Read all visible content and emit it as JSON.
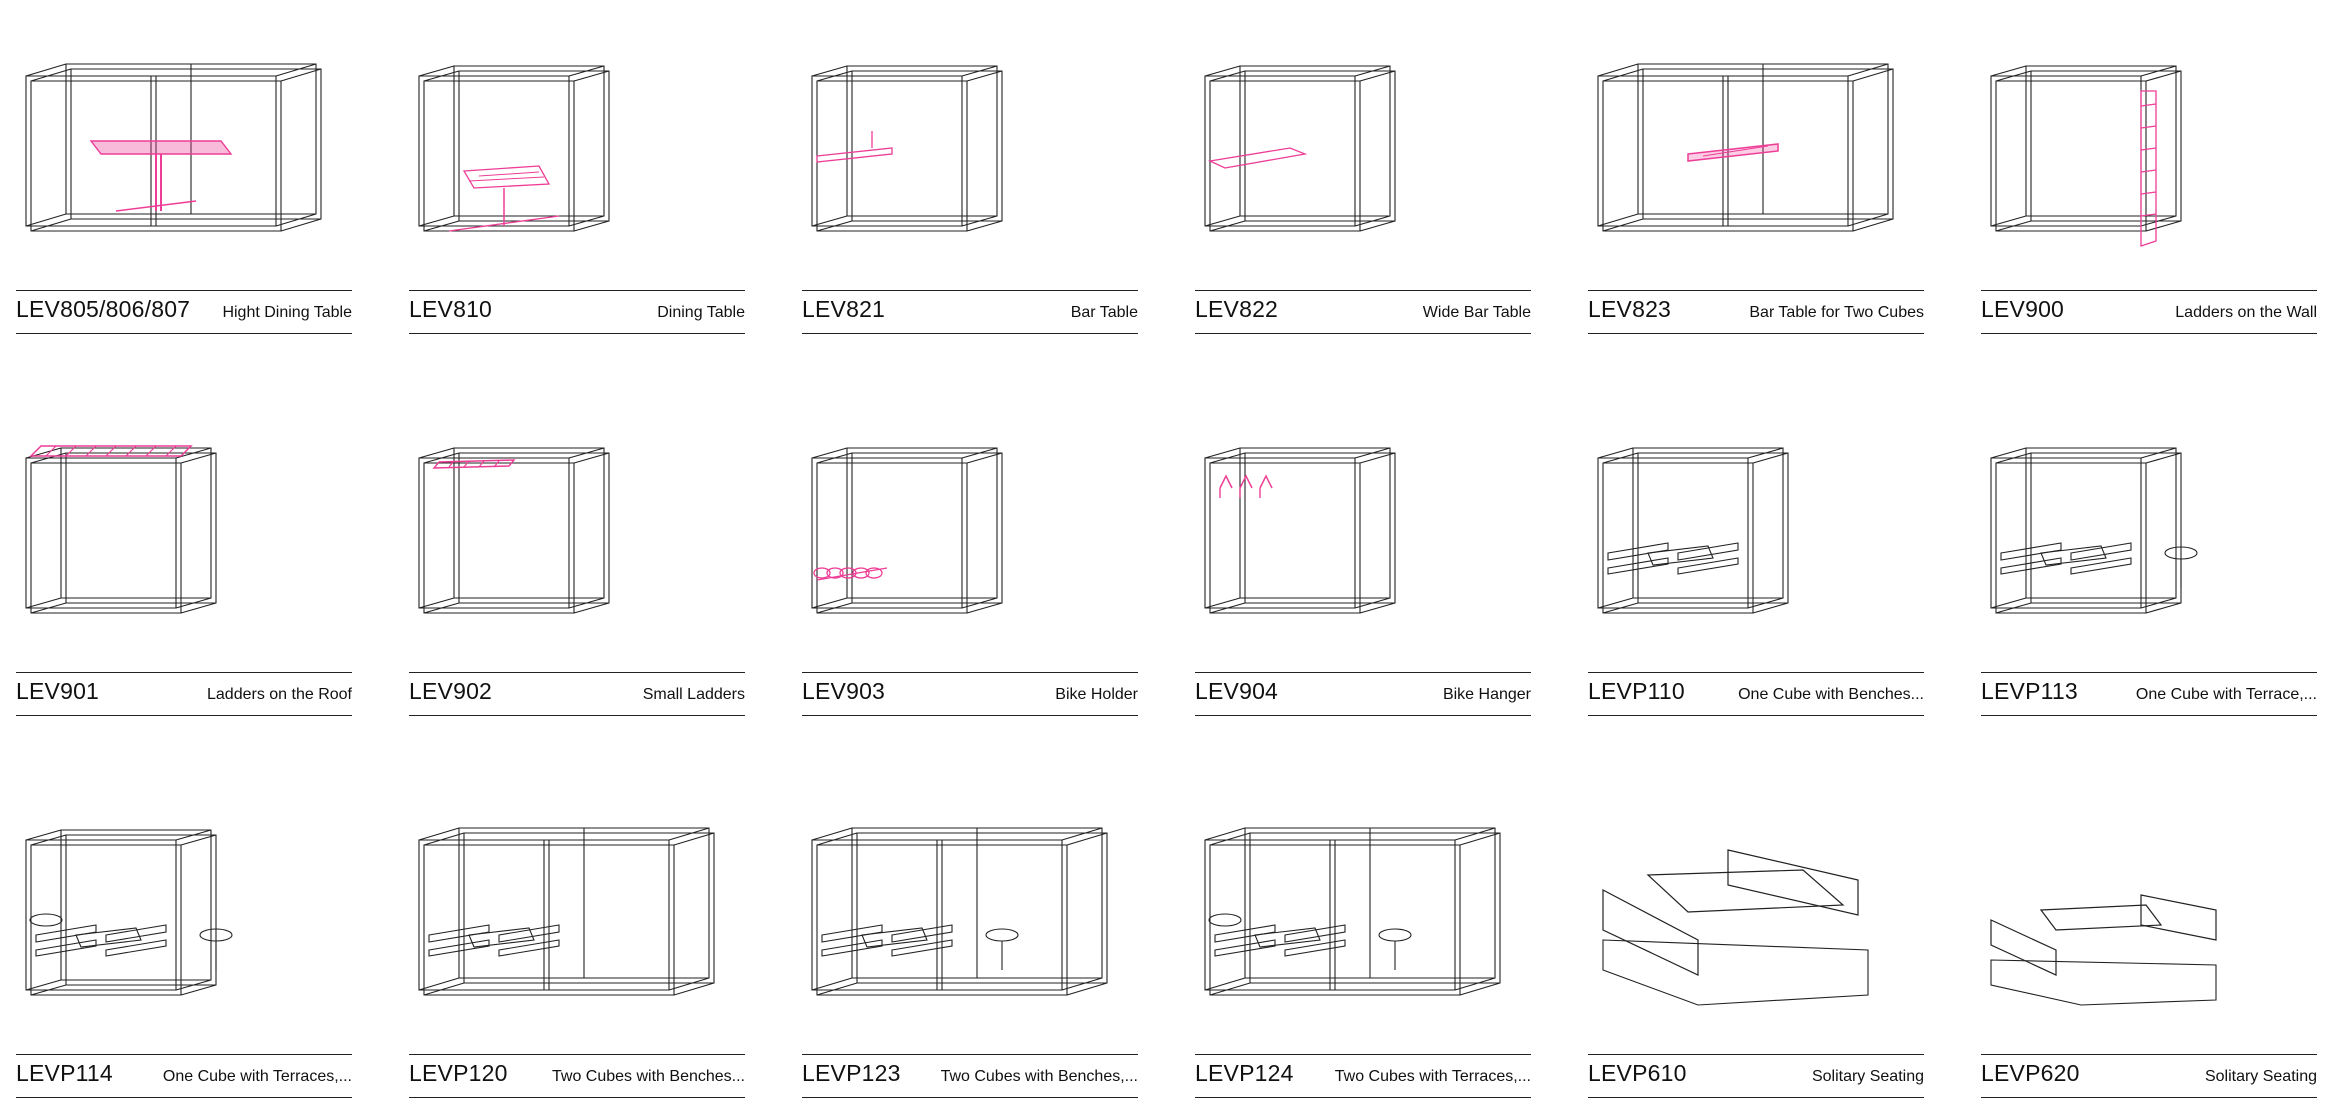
{
  "catalog": {
    "accent_color": "#ee3d96",
    "line_color": "#222222",
    "products": [
      {
        "code": "LEV805/806/807",
        "name": "Hight Dining Table",
        "accessory": "high-dining-table",
        "frame": "double-cube"
      },
      {
        "code": "LEV810",
        "name": "Dining Table",
        "accessory": "dining-table",
        "frame": "cube"
      },
      {
        "code": "LEV821",
        "name": "Bar Table",
        "accessory": "bar-table",
        "frame": "cube"
      },
      {
        "code": "LEV822",
        "name": "Wide Bar Table",
        "accessory": "wide-bar-table",
        "frame": "cube"
      },
      {
        "code": "LEV823",
        "name": "Bar Table for Two Cubes",
        "accessory": "bar-table-two-cubes",
        "frame": "double-cube"
      },
      {
        "code": "LEV900",
        "name": "Ladders on the Wall",
        "accessory": "wall-ladder",
        "frame": "cube"
      },
      {
        "code": "LEV901",
        "name": "Ladders on the Roof",
        "accessory": "roof-ladder",
        "frame": "cube"
      },
      {
        "code": "LEV902",
        "name": "Small Ladders",
        "accessory": "small-ladder",
        "frame": "cube"
      },
      {
        "code": "LEV903",
        "name": "Bike Holder",
        "accessory": "bike-holder",
        "frame": "cube"
      },
      {
        "code": "LEV904",
        "name": "Bike Hanger",
        "accessory": "bike-hanger",
        "frame": "cube"
      },
      {
        "code": "LEVP110",
        "name": "One Cube with Benches...",
        "accessory": "benches",
        "frame": "cube"
      },
      {
        "code": "LEVP113",
        "name": "One Cube with Terrace,...",
        "accessory": "benches-terrace",
        "frame": "cube"
      },
      {
        "code": "LEVP114",
        "name": "One Cube with Terraces,...",
        "accessory": "benches-terraces",
        "frame": "cube"
      },
      {
        "code": "LEVP120",
        "name": "Two Cubes with Benches...",
        "accessory": "benches",
        "frame": "double-cube"
      },
      {
        "code": "LEVP123",
        "name": "Two Cubes with Benches,...",
        "accessory": "benches-terrace",
        "frame": "double-cube"
      },
      {
        "code": "LEVP124",
        "name": "Two Cubes with Terraces,...",
        "accessory": "benches-terraces",
        "frame": "double-cube"
      },
      {
        "code": "LEVP610",
        "name": "Solitary Seating",
        "accessory": "solitary-seating",
        "frame": "none"
      },
      {
        "code": "LEVP620",
        "name": "Solitary Seating",
        "accessory": "solitary-seating-small",
        "frame": "none"
      }
    ]
  }
}
